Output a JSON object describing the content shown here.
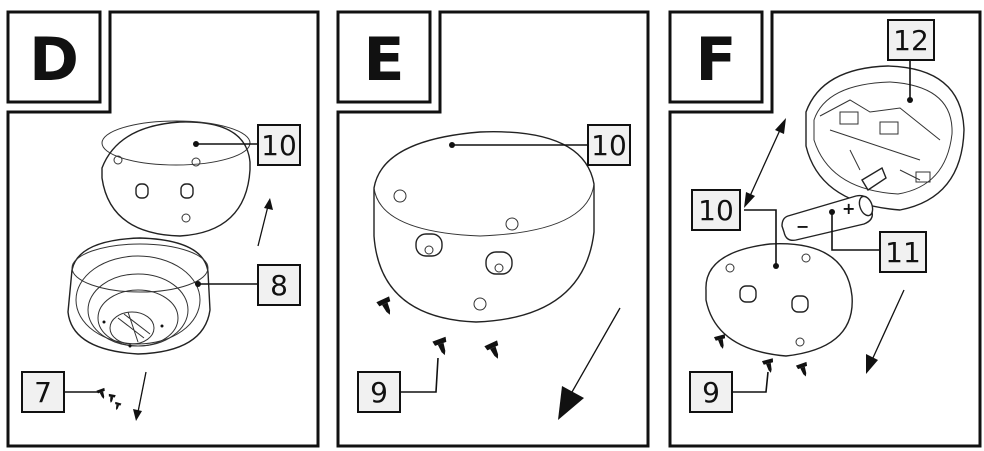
{
  "panels": [
    {
      "letter": "D",
      "callouts": [
        "10",
        "8",
        "7"
      ]
    },
    {
      "letter": "E",
      "callouts": [
        "10",
        "9"
      ]
    },
    {
      "letter": "F",
      "callouts": [
        "12",
        "10",
        "11",
        "9"
      ]
    }
  ],
  "battery": {
    "minus": "−",
    "plus": "+"
  }
}
